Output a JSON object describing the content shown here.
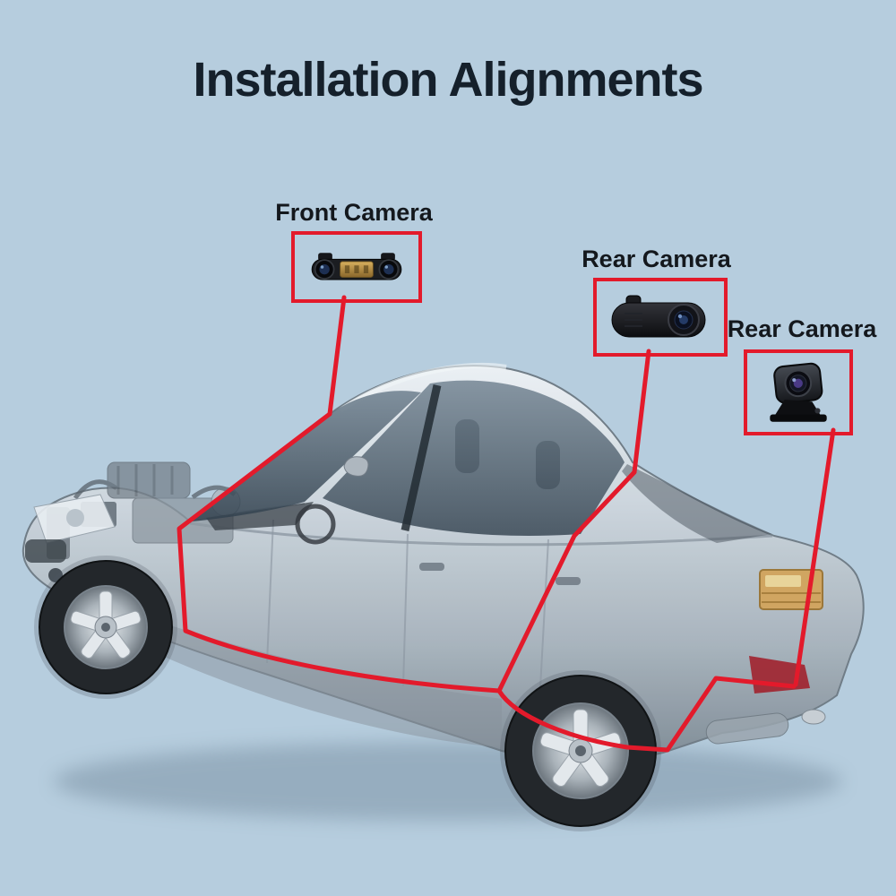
{
  "title": "Installation Alignments",
  "callouts": {
    "front": {
      "label": "Front Camera"
    },
    "rear1": {
      "label": "Rear Camera"
    },
    "rear2": {
      "label": "Rear Camera"
    }
  },
  "colors": {
    "background": "#b6cdde",
    "accent_red": "#e31a2b",
    "title_text": "#15202b",
    "label_text": "#14181d"
  },
  "icons": {
    "front": "front-grille-camera-icon",
    "rear1": "rear-dashcam-unit-icon",
    "rear2": "square-backup-camera-icon"
  }
}
